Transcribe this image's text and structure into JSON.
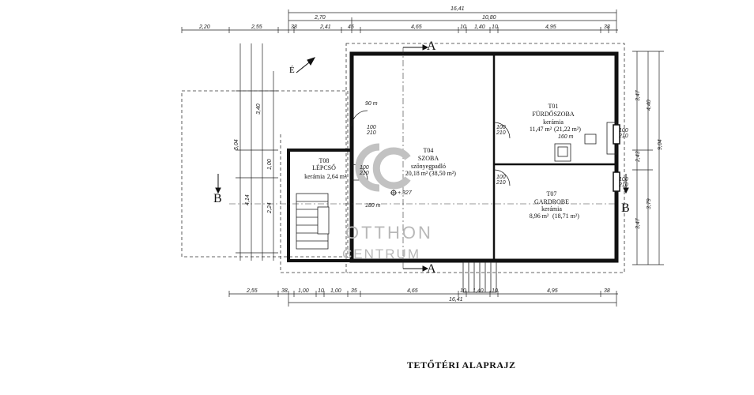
{
  "title": "TETŐTÉRI ALAPRAJZ",
  "north_label": "É",
  "section_labels": {
    "a_top": "A",
    "a_bottom": "A",
    "b_left": "B",
    "b_right": "B"
  },
  "rooms": [
    {
      "code": "T08",
      "name": "LÉPCSŐ",
      "finish": "kerámia",
      "area": "2,64 m²"
    },
    {
      "code": "T04",
      "name": "SZOBA",
      "finish": "szőnyegpadló",
      "area": "20,18 m²",
      "area_total": "(38,50 m²)"
    },
    {
      "code": "T01",
      "name": "FÜRDŐSZOBA",
      "finish": "kerámia",
      "area": "11,47 m²",
      "area_total": "(21,22 m²)"
    },
    {
      "code": "T07",
      "name": "GARDROBE",
      "finish": "kerámia",
      "area": "8,96 m²",
      "area_total": "(18,71 m²)"
    }
  ],
  "elevation_mark": "+.327",
  "watermark": {
    "logo": "OC",
    "line1": "OTTHON",
    "line2": "CENTRUM"
  },
  "dims_top": {
    "total": "16,41",
    "row2": [
      "2,70",
      "10,80"
    ],
    "row3": [
      "2,20",
      "2,55",
      "38",
      "2,41",
      "45",
      "4,65",
      "10",
      "1,40",
      "10",
      "4,95",
      "38"
    ]
  },
  "dims_bottom": {
    "row1": [
      "2,55",
      "38",
      "1,00",
      "10",
      "1,00",
      "35",
      "4,65",
      "10",
      "1,40",
      "10",
      "4,95",
      "38"
    ],
    "total": "16,41"
  },
  "dims_right": [
    "3,47",
    "4,40",
    "2,43",
    "3,79",
    "3,47",
    "9,04"
  ],
  "dims_left": [
    "3,40",
    "5,04",
    "1,00",
    "4,14",
    "2,24"
  ],
  "door_marks": [
    {
      "w": "100",
      "h": "210"
    },
    {
      "w": "100",
      "h": "210"
    },
    {
      "w": "100",
      "h": "210"
    },
    {
      "w": "100",
      "h": "210"
    },
    {
      "w": "100",
      "h": "210"
    },
    {
      "w": "100",
      "h": "210"
    }
  ],
  "window_marks": [
    "90 m",
    "180 m",
    "160 m"
  ]
}
